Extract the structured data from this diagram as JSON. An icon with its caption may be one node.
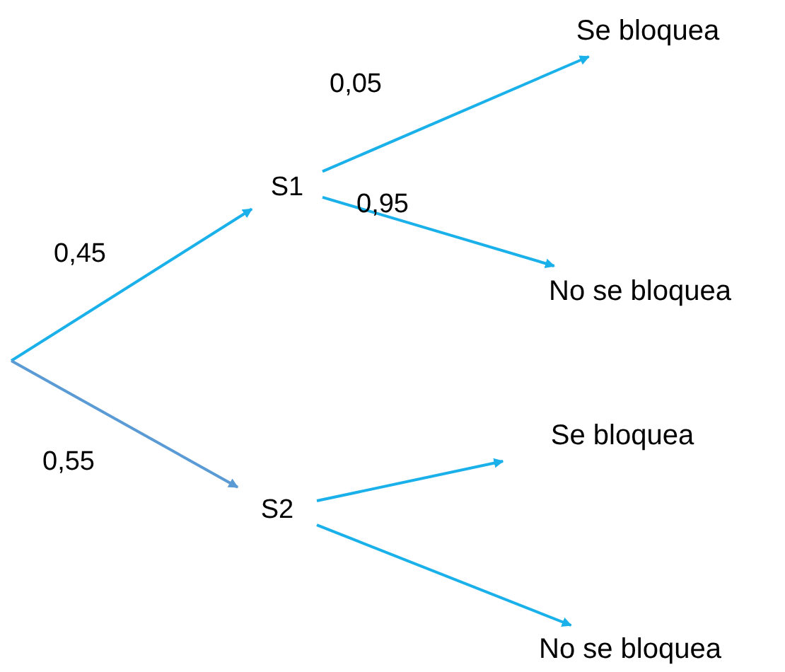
{
  "diagram": {
    "nodes": [
      {
        "text": [
          "S1"
        ]
      },
      {
        "text": [
          "S2"
        ]
      },
      {
        "text": [
          "Se bloquea"
        ]
      },
      {
        "text": [
          "No se bloquea"
        ]
      },
      {
        "text": [
          "Se bloquea"
        ]
      },
      {
        "text": [
          "No se bloquea"
        ]
      }
    ],
    "edges": [
      {
        "from": null,
        "to": 0,
        "arrow": "to",
        "label": "0,45"
      },
      {
        "from": null,
        "to": 1,
        "arrow": "to",
        "label": "0,55",
        "color": "#5b9bd5"
      },
      {
        "from": 0,
        "to": 2,
        "arrow": "to",
        "label": "0,05"
      },
      {
        "from": 0,
        "to": 3,
        "arrow": "to",
        "label": "0,95"
      },
      {
        "from": 1,
        "to": 4,
        "arrow": "to"
      },
      {
        "from": 1,
        "to": 5,
        "arrow": "to"
      }
    ]
  }
}
